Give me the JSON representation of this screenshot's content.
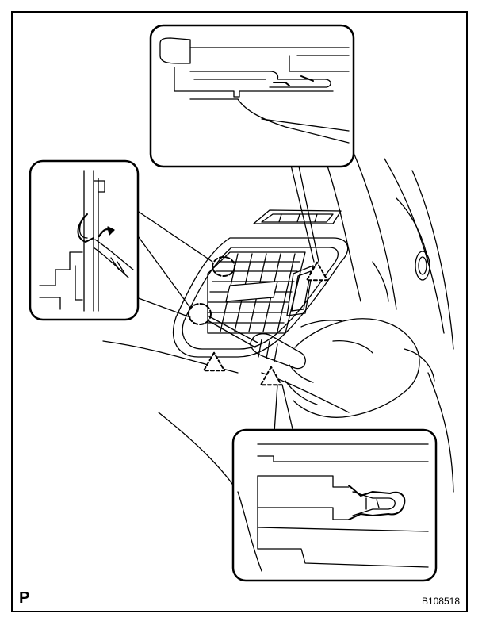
{
  "page": {
    "corner_mark": "P",
    "figure_code": "B108518"
  },
  "diagram": {
    "callouts": [
      {
        "name": "upper-clip-detail-callout"
      },
      {
        "name": "left-clip-detail-callout"
      },
      {
        "name": "lower-clip-detail-callout"
      }
    ],
    "markers": [
      {
        "name": "clip-position-triangle"
      },
      {
        "name": "clip-position-triangle"
      },
      {
        "name": "clip-position-triangle"
      }
    ],
    "line_color": "#000000",
    "background_color": "#ffffff"
  }
}
